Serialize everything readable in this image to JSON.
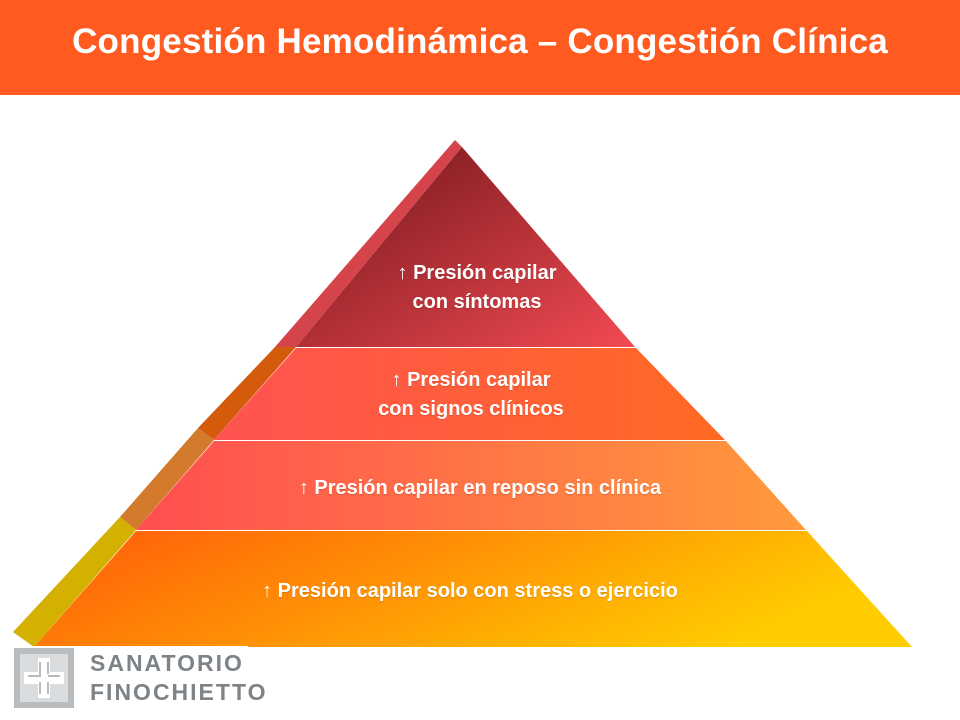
{
  "header": {
    "title": "Congestión Hemodinámica – Congestión Clínica",
    "background": "#ff5a1f"
  },
  "pyramid": {
    "tiers": [
      {
        "label_lines": [
          "↑ Presión capilar",
          "con síntomas"
        ],
        "color_start": "#7a1a1f",
        "color_end": "#f24a52",
        "side_color": "#d4444a"
      },
      {
        "label_lines": [
          "↑ Presión capilar",
          "con signos clínicos"
        ],
        "color_start": "#ff5252",
        "color_end": "#ff6a22",
        "side_color": "#d45a0c"
      },
      {
        "label_lines": [
          "↑ Presión capilar en reposo sin clínica"
        ],
        "color_start": "#ff5050",
        "color_end": "#ff9a3c",
        "side_color": "#d47a2c"
      },
      {
        "label_lines": [
          "↑ Presión capilar solo con stress o ejercicio"
        ],
        "color_start": "#ff5a0a",
        "color_end": "#ffcc00",
        "side_color": "#d4b000"
      }
    ]
  },
  "logo": {
    "line1": "SANATORIO",
    "line2": "FINOCHIETTO",
    "text_color": "#7d8387",
    "icon": "cross-emblem-icon"
  }
}
